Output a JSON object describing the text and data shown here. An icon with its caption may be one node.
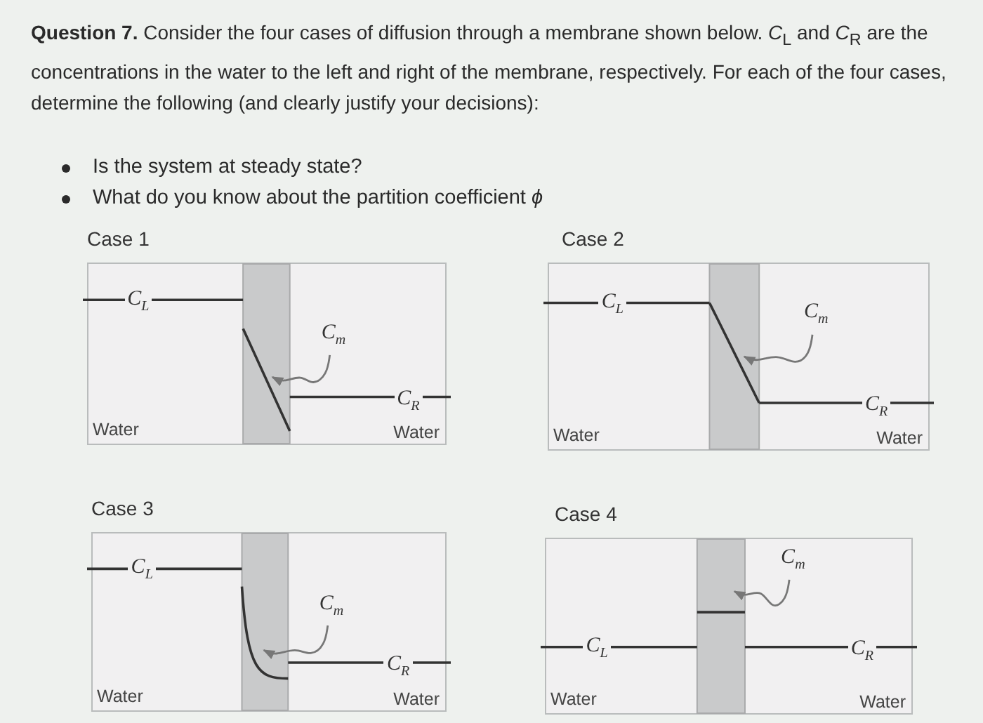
{
  "diagram": {
    "nodes": [
      {
        "text": [
          "Case 1",
          "C$_{L}$",
          "C$_{R}$",
          "Water",
          "Water"
        ]
      },
      {
        "text": [
          "C$_{m}$"
        ],
        "in": 0
      },
      {
        "text": [
          "Case 2",
          "C$_{L}$",
          "C$_{R}$",
          "Water",
          "Water"
        ]
      },
      {
        "text": [
          "C$_{m}$"
        ],
        "in": 2
      },
      {
        "text": [
          "Case 3",
          "C$_{L}$",
          "C$_{R}$",
          "Water",
          "Water"
        ]
      },
      {
        "text": [
          "C$_{m}$"
        ],
        "in": 4
      },
      {
        "text": [
          "Case 4",
          "C$_{L}$",
          "C$_{R}$",
          "Water",
          "Water"
        ]
      },
      {
        "text": [
          "C$_{m}$"
        ],
        "in": 6
      }
    ],
    "edges": [
      {
        "from": 1,
        "to": null,
        "arrow": "to"
      },
      {
        "from": 3,
        "to": null,
        "arrow": "to"
      },
      {
        "from": 5,
        "to": null,
        "arrow": "to"
      },
      {
        "from": 7,
        "to": null,
        "arrow": "to"
      }
    ],
    "labels": [
      "**Question 7.** Consider the four cases of diffusion through a membrane shown below. *C*$_{L}$ and *C*$_{R}$ are the concentrations in the water to the left and right of the membrane, respectively. For each of the four cases, determine the following (and clearly justify your decisions):",
      "Is the system at steady state?",
      "What do you know about the partition coefficient *ϕ*"
    ]
  }
}
